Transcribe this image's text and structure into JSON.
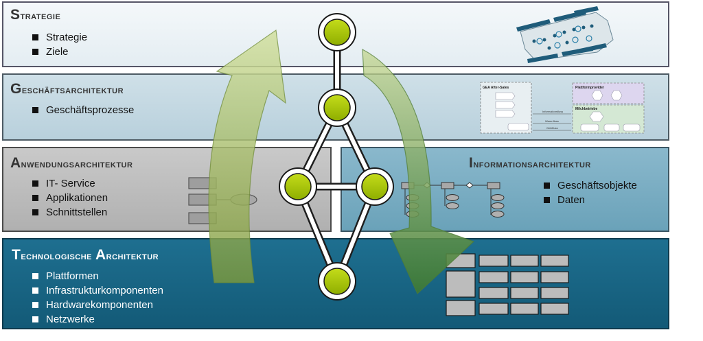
{
  "layers": {
    "strategie": {
      "title_first": "S",
      "title_rest": "trategie",
      "items": [
        "Strategie",
        "Ziele"
      ]
    },
    "geschaeft": {
      "title_first": "G",
      "title_rest": "eschäftsarchitektur",
      "items": [
        "Geschäftsprozesse"
      ]
    },
    "anwendung": {
      "title_first": "A",
      "title_rest": "nwendungsarchitektur",
      "items": [
        "IT- Service",
        "Applikationen",
        "Schnittstellen"
      ]
    },
    "information": {
      "title_first": "I",
      "title_rest": "nformationsarchitektur",
      "items": [
        "Geschäftsobjekte",
        "Daten"
      ]
    },
    "technologie": {
      "title_parts": [
        "T",
        "echnologische ",
        "A",
        "rchitektur"
      ],
      "items": [
        "Plattformen",
        "Infrastrukturkomponenten",
        "Hardwarekomponenten",
        "Netzwerke"
      ]
    }
  },
  "thumbnail": {
    "gea_label": "GEA After-Sales",
    "platform_label": "Plattformprovider",
    "milch_label": "Milchbetriebe",
    "flow1": "Informationsfluss",
    "flow2": "Warenfluss",
    "flow3": "Geldfluss"
  },
  "colors": {
    "node": "#a6c400",
    "arrow": "#9cb64a",
    "tech_layer": "#17647f",
    "info_layer": "#7aadc3"
  }
}
